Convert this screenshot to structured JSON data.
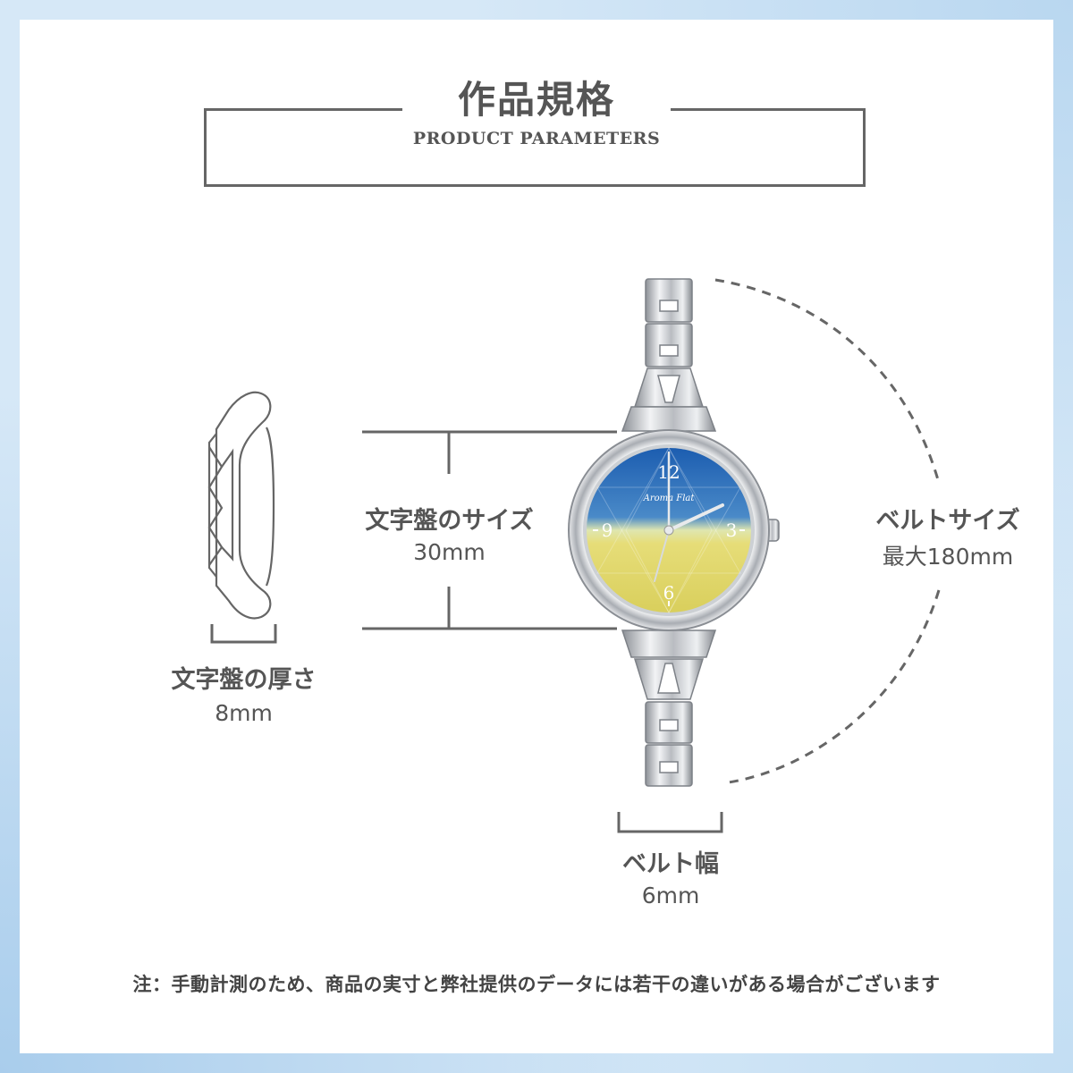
{
  "header": {
    "title": "作品規格",
    "subtitle": "PRODUCT PARAMETERS"
  },
  "specs": {
    "dial_size": {
      "label": "文字盤のサイズ",
      "value": "30mm"
    },
    "belt_size": {
      "label": "ベルトサイズ",
      "value": "最大180mm"
    },
    "dial_thickness": {
      "label": "文字盤の厚さ",
      "value": "8mm"
    },
    "belt_width": {
      "label": "ベルト幅",
      "value": "6mm"
    }
  },
  "watch": {
    "brand": "Aroma Flat",
    "numerals": [
      "12",
      "3",
      "6",
      "9"
    ],
    "dial_colors": {
      "top": "#1e5fb0",
      "bottom": "#e8e07a"
    }
  },
  "note": "注：手動計測のため、商品の実寸と弊社提供のデータには若干の違いがある場合がございます",
  "colors": {
    "line": "#666666",
    "text": "#555555",
    "background": "#d6e8f7"
  }
}
